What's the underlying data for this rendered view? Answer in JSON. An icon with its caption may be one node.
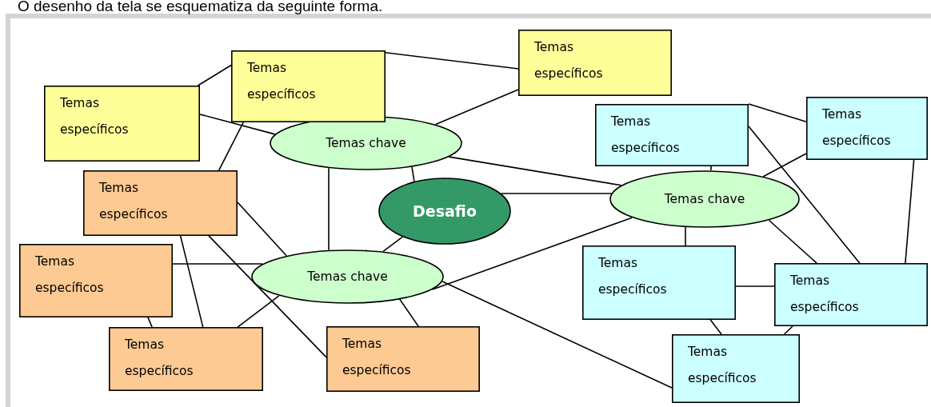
{
  "diagram": {
    "nodes": [
      {
        "text": [
          "Desafio"
        ]
      },
      {
        "text": [
          "Temas chave"
        ]
      },
      {
        "text": [
          "Temas chave"
        ]
      },
      {
        "text": [
          "Temas chave"
        ]
      },
      {
        "text": [
          "Temas específicos"
        ]
      },
      {
        "text": [
          "Temas específicos"
        ]
      },
      {
        "text": [
          "Temas específicos"
        ]
      },
      {
        "text": [
          "Temas específicos"
        ]
      },
      {
        "text": [
          "Temas específicos"
        ]
      },
      {
        "text": [
          "Temas específicos"
        ]
      },
      {
        "text": [
          "Temas específicos"
        ]
      },
      {
        "text": [
          "Temas específicos"
        ]
      },
      {
        "text": [
          "Temas específicos"
        ]
      },
      {
        "text": [
          "Temas específicos"
        ]
      },
      {
        "text": [
          "Temas específicos"
        ]
      },
      {
        "text": [
          "Temas específicos"
        ]
      }
    ],
    "edges": [
      {
        "from": 0,
        "to": 1,
        "arrow": "none"
      },
      {
        "from": 0,
        "to": 2,
        "arrow": "none"
      },
      {
        "from": 0,
        "to": 3,
        "arrow": "none"
      },
      {
        "from": 1,
        "to": 2,
        "arrow": "none"
      },
      {
        "from": 1,
        "to": 3,
        "arrow": "none"
      },
      {
        "from": 2,
        "to": 3,
        "arrow": "none"
      },
      {
        "from": 4,
        "to": 5,
        "arrow": "none"
      },
      {
        "from": 4,
        "to": 1,
        "arrow": "none"
      },
      {
        "from": 5,
        "to": 7,
        "arrow": "none"
      },
      {
        "from": 5,
        "to": 6,
        "arrow": "none"
      },
      {
        "from": 6,
        "to": 1,
        "arrow": "none"
      },
      {
        "from": 7,
        "to": 2,
        "arrow": "none"
      },
      {
        "from": 7,
        "to": 9,
        "arrow": "none"
      },
      {
        "from": 7,
        "to": 10,
        "arrow": "none"
      },
      {
        "from": 8,
        "to": 2,
        "arrow": "none"
      },
      {
        "from": 8,
        "to": 9,
        "arrow": "none"
      },
      {
        "from": 9,
        "to": 2,
        "arrow": "none"
      },
      {
        "from": 10,
        "to": 2,
        "arrow": "none"
      },
      {
        "from": 2,
        "to": 15,
        "arrow": "none"
      },
      {
        "from": 11,
        "to": 3,
        "arrow": "none"
      },
      {
        "from": 11,
        "to": 12,
        "arrow": "none"
      },
      {
        "from": 11,
        "to": 14,
        "arrow": "none"
      },
      {
        "from": 12,
        "to": 3,
        "arrow": "none"
      },
      {
        "from": 12,
        "to": 14,
        "arrow": "none"
      },
      {
        "from": 3,
        "to": 13,
        "arrow": "none"
      },
      {
        "from": 3,
        "to": 14,
        "arrow": "none"
      },
      {
        "from": 13,
        "to": 14,
        "arrow": "none"
      },
      {
        "from": 13,
        "to": 15,
        "arrow": "none"
      },
      {
        "from": 15,
        "to": 14,
        "arrow": "none"
      }
    ],
    "labels": [
      "O desenho da tela se esquematiza da seguinte forma."
    ]
  }
}
